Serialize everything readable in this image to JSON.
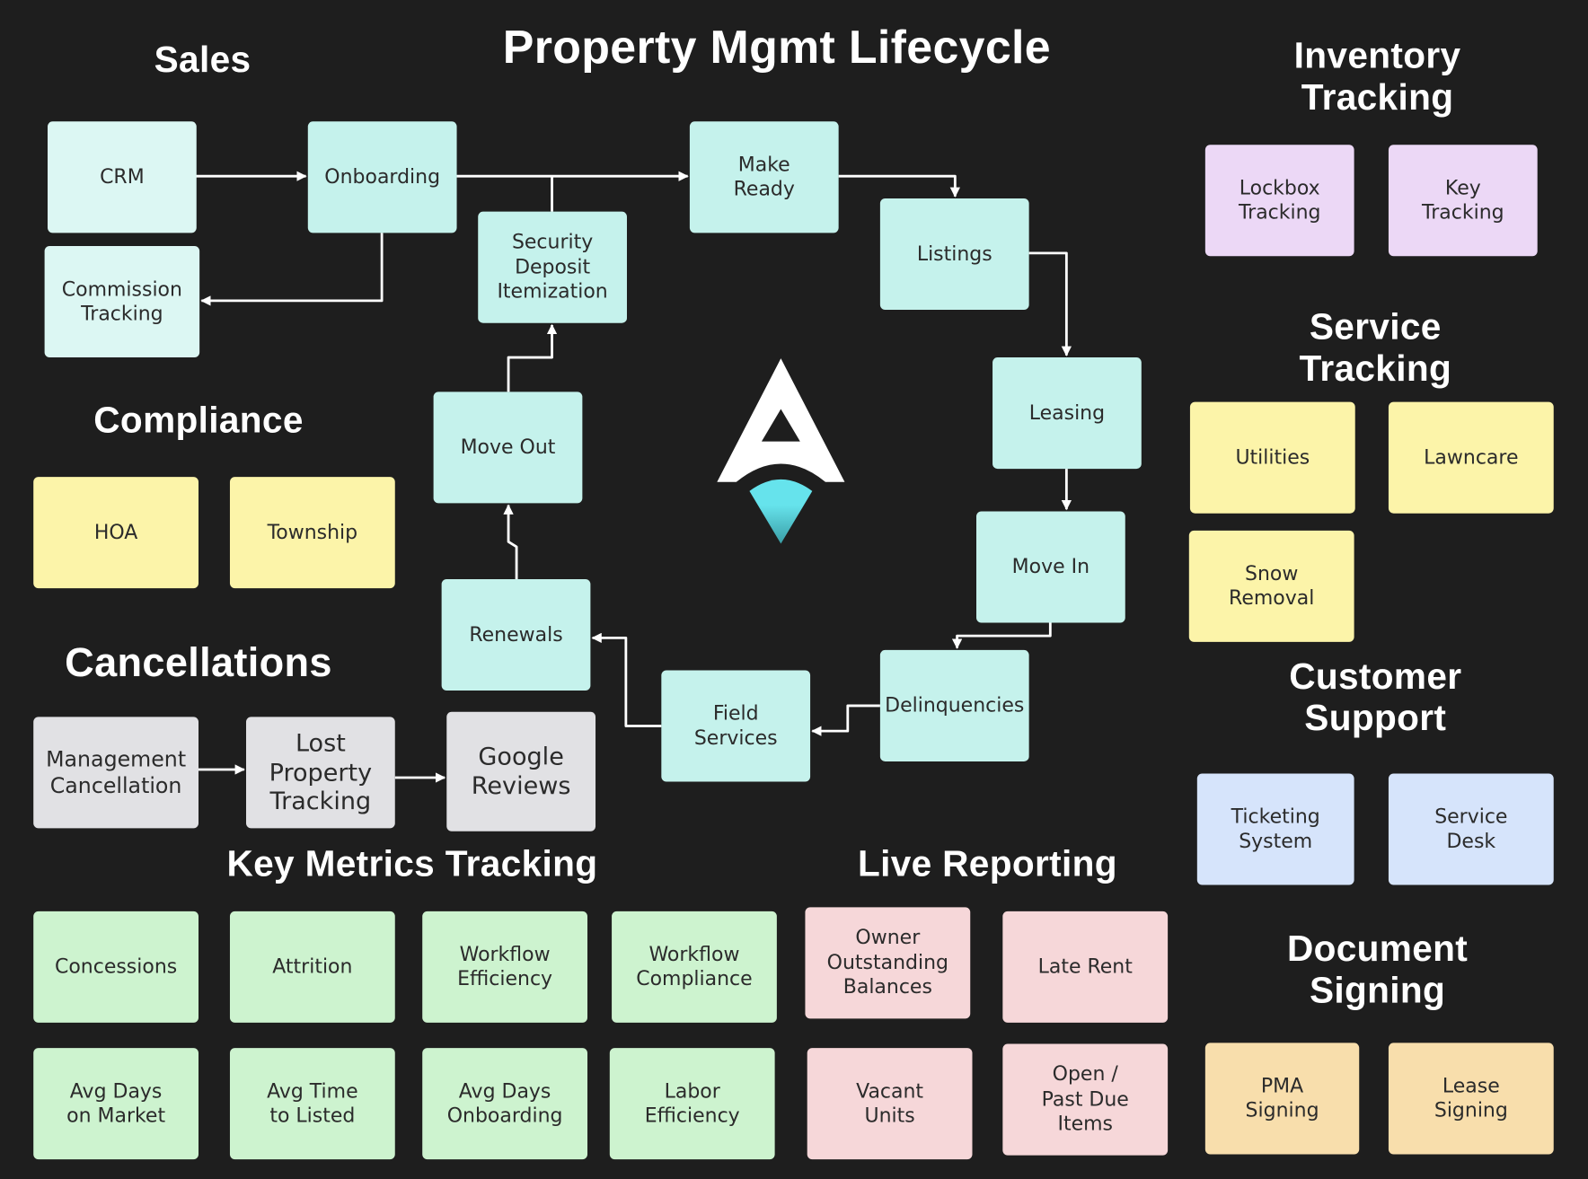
{
  "title": "Property Mgmt Lifecycle",
  "headings": {
    "sales": "Sales",
    "compliance": "Compliance",
    "cancellations": "Cancellations",
    "inventory": "Inventory\nTracking",
    "service": "Service Tracking",
    "support": "Customer\nSupport",
    "metrics": "Key Metrics Tracking",
    "reporting": "Live Reporting",
    "signing": "Document\nSigning"
  },
  "sales": {
    "crm": "CRM",
    "onboarding": "Onboarding",
    "commission": "Commission\nTracking"
  },
  "lifecycle": {
    "security": "Security\nDeposit\nItemization",
    "make_ready": "Make\nReady",
    "listings": "Listings",
    "leasing": "Leasing",
    "move_in": "Move In",
    "delinquencies": "Delinquencies",
    "field": "Field\nServices",
    "renewals": "Renewals",
    "move_out": "Move Out"
  },
  "inventory": [
    "Lockbox\nTracking",
    "Key\nTracking"
  ],
  "service": [
    "Utilities",
    "Lawncare",
    "Snow\nRemoval"
  ],
  "support": [
    "Ticketing\nSystem",
    "Service\nDesk"
  ],
  "signing": [
    "PMA\nSigning",
    "Lease\nSigning"
  ],
  "compliance": [
    "HOA",
    "Township"
  ],
  "cancellations": [
    "Management\nCancellation",
    "Lost\nProperty\nTracking",
    "Google\nReviews"
  ],
  "metrics": [
    "Concessions",
    "Attrition",
    "Workflow\nEfficiency",
    "Workflow\nCompliance",
    "Avg Days\non Market",
    "Avg Time\nto Listed",
    "Avg Days\nOnboarding",
    "Labor\nEfficiency"
  ],
  "reporting": [
    "Owner\nOutstanding\nBalances",
    "Late Rent",
    "Vacant\nUnits",
    "Open /\nPast Due\nItems"
  ],
  "colors": {
    "background": "#1e1e1e",
    "lifecycle": "#c5f2ec",
    "logo_accent": "#66e3ec"
  }
}
